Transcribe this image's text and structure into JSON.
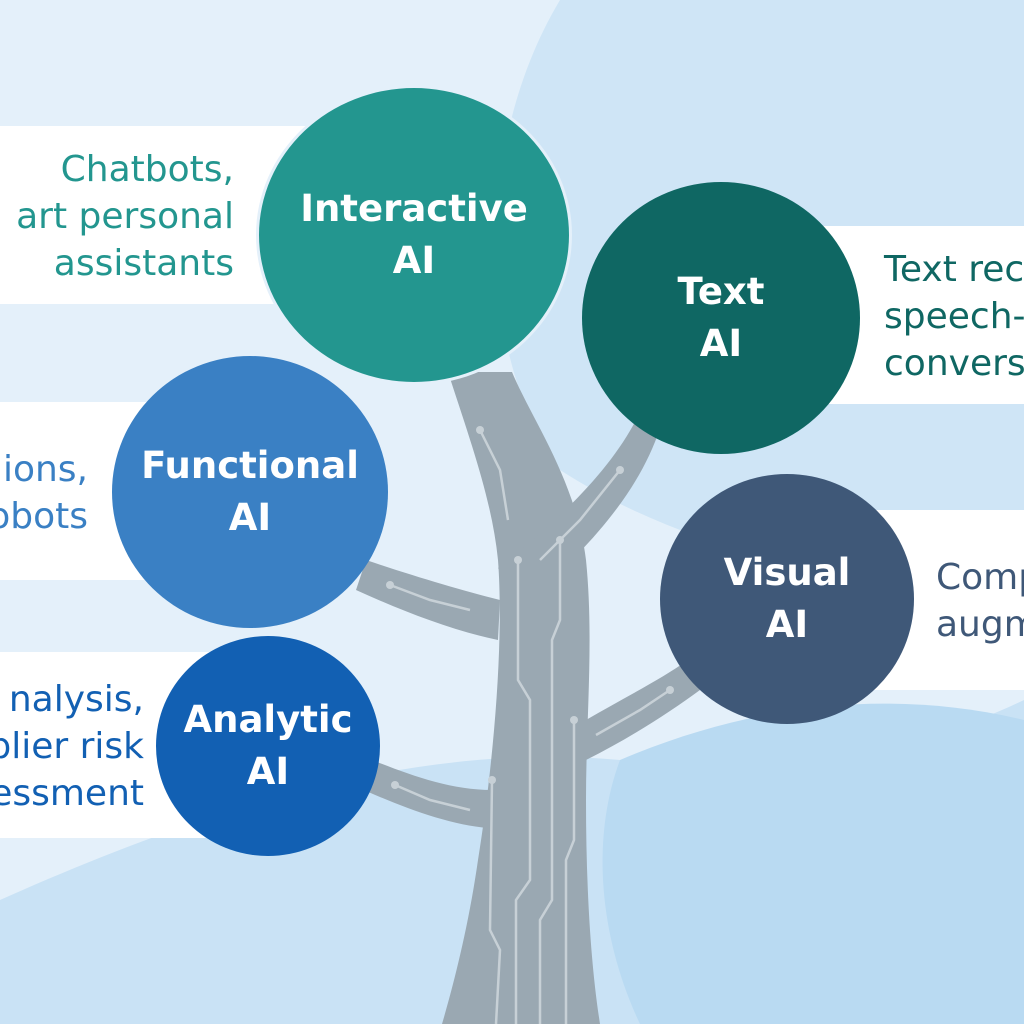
{
  "colors": {
    "background": "#e4f0fa",
    "trunk": "#9aa8b2",
    "circuit": "#c7d0d6",
    "interactive": "#23968f",
    "text_ai": "#0f6763",
    "functional": "#3a80c4",
    "visual": "#3f5878",
    "analytic": "#1260b3"
  },
  "nodes": {
    "interactive": {
      "line1": "Interactive",
      "line2": "AI"
    },
    "text": {
      "line1": "Text",
      "line2": "AI"
    },
    "functional": {
      "line1": "Functional",
      "line2": "AI"
    },
    "visual": {
      "line1": "Visual",
      "line2": "AI"
    },
    "analytic": {
      "line1": "Analytic",
      "line2": "AI"
    }
  },
  "descriptions": {
    "interactive": [
      "Chatbots,",
      "art personal",
      "assistants"
    ],
    "text": [
      "Text rec",
      "speech-",
      "convers"
    ],
    "functional": [
      "ions,",
      "obots"
    ],
    "visual": [
      "Comp",
      "augm"
    ],
    "analytic": [
      "nalysis,",
      "plier risk",
      "essment"
    ]
  }
}
